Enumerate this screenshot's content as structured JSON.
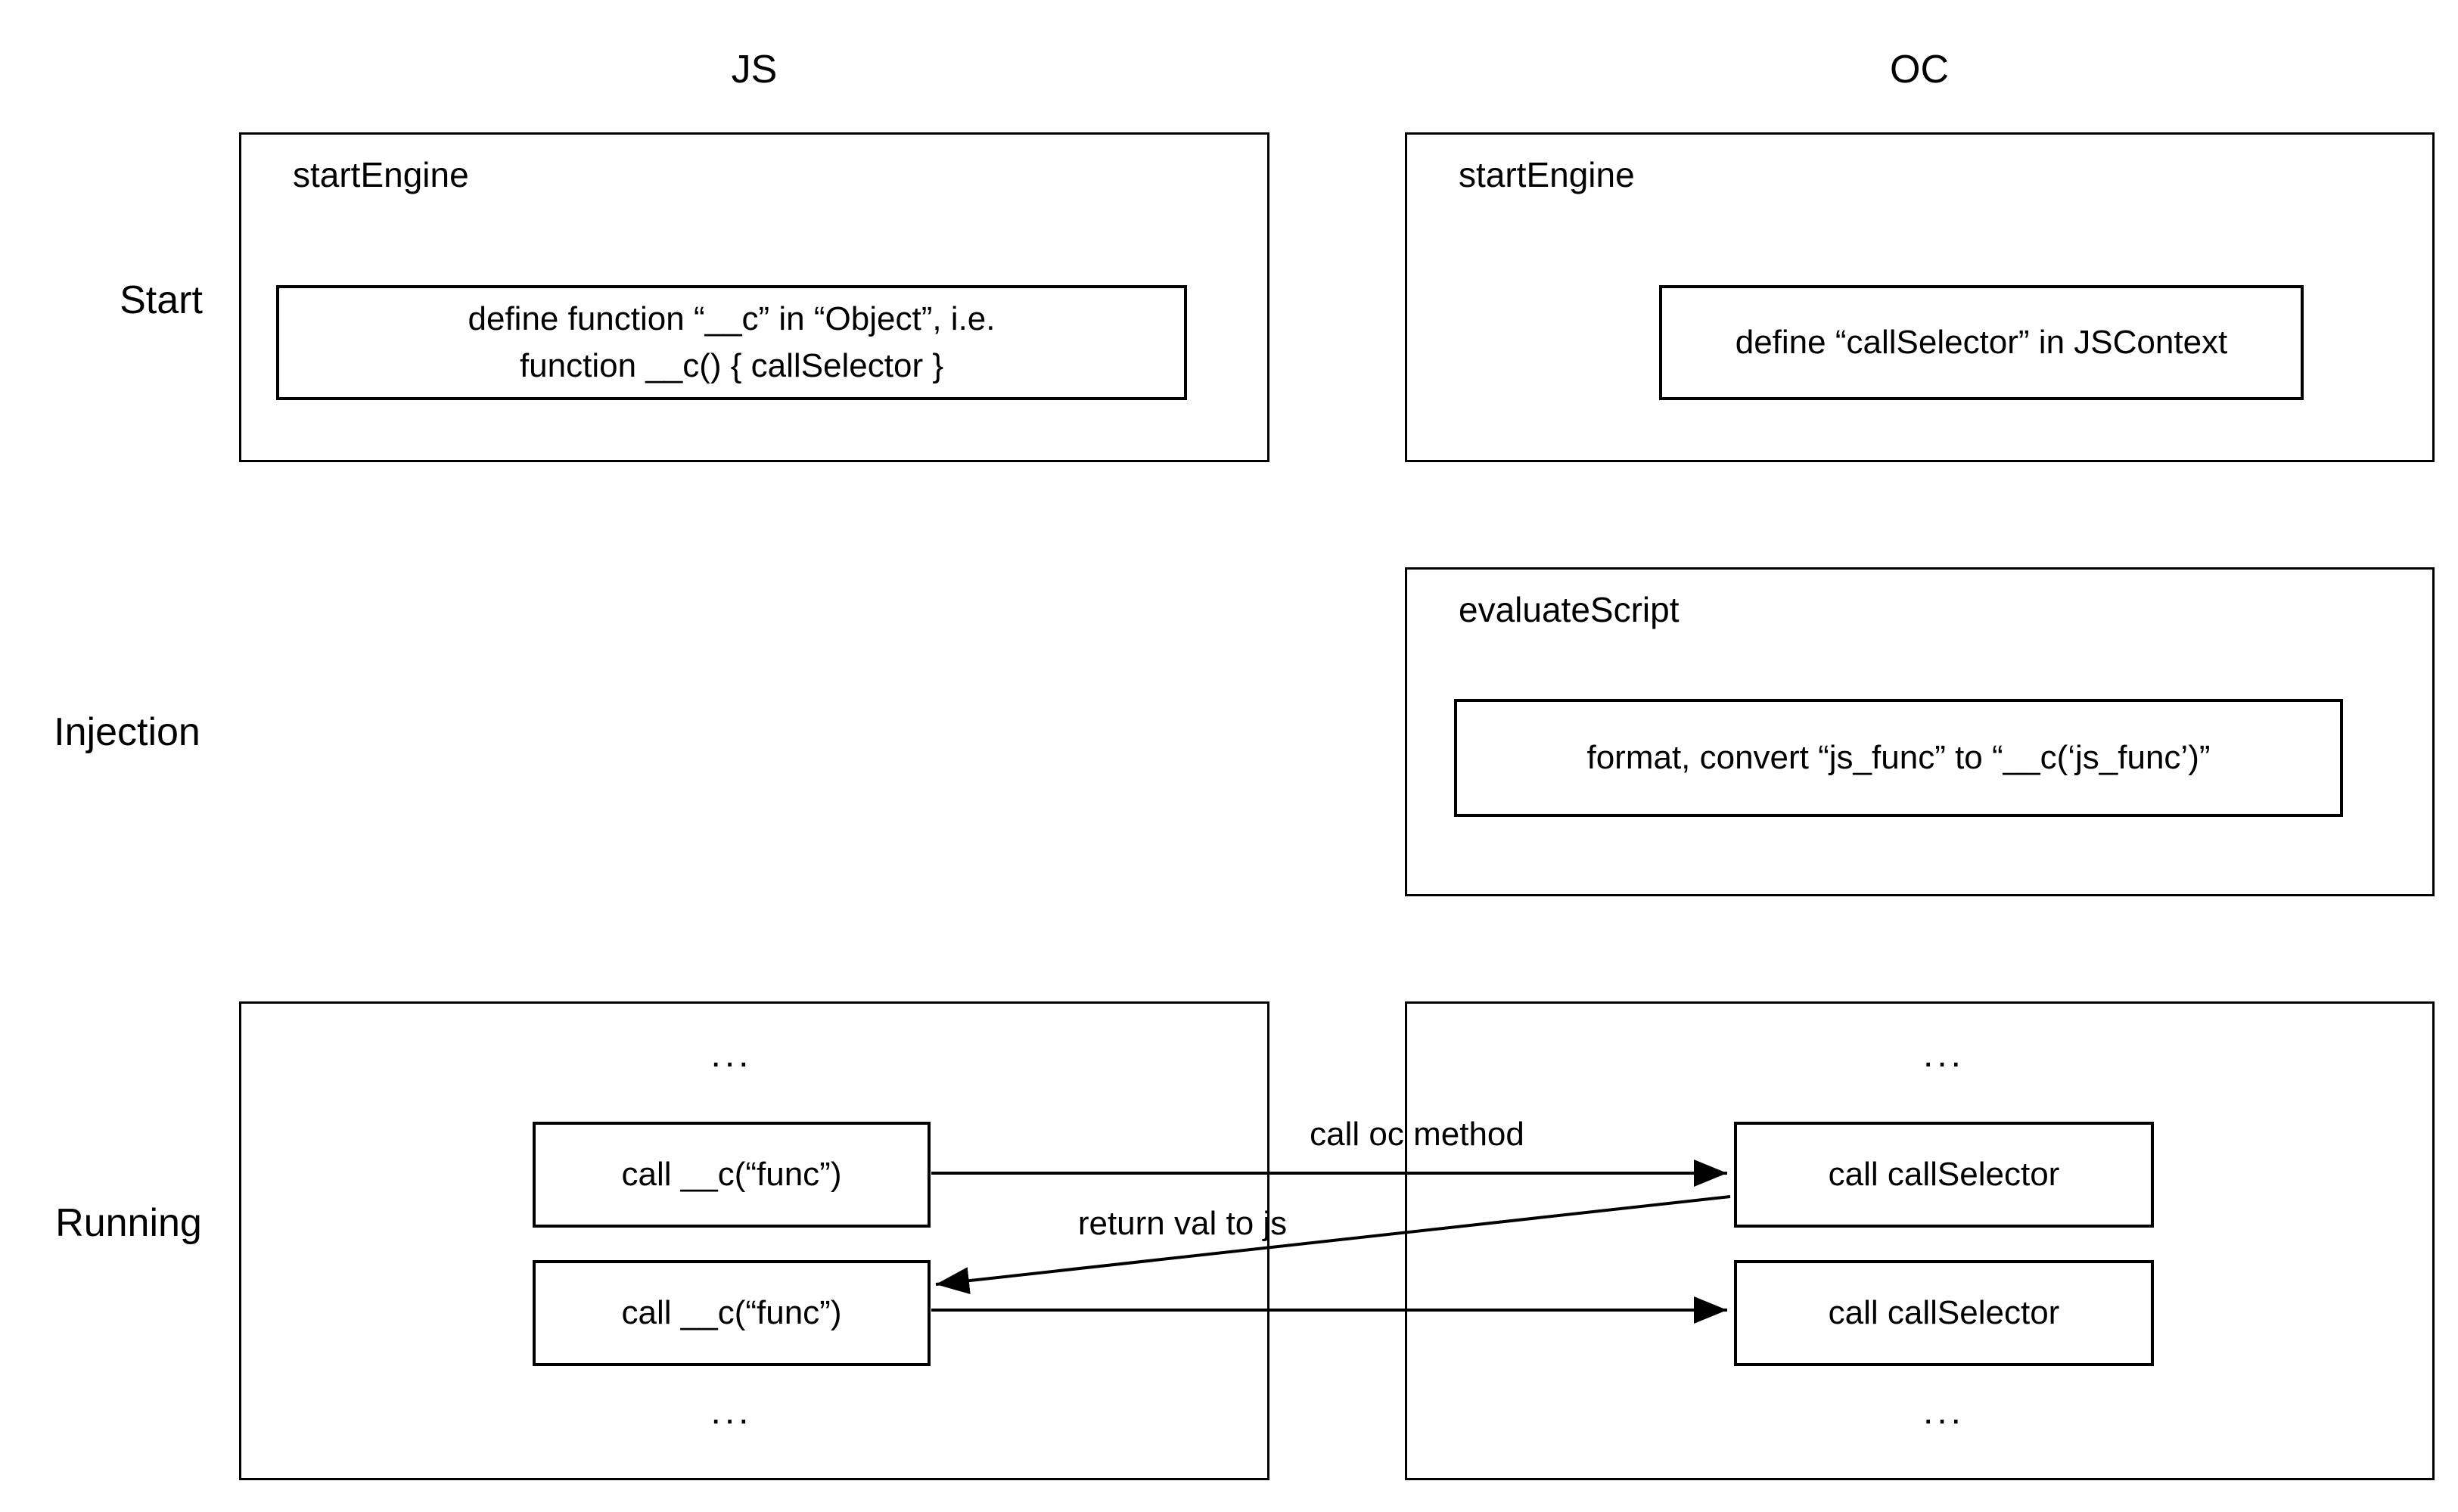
{
  "diagram": {
    "columns": [
      {
        "id": "js",
        "label": "JS"
      },
      {
        "id": "oc",
        "label": "OC"
      }
    ],
    "rows": [
      {
        "id": "start",
        "label": "Start"
      },
      {
        "id": "injection",
        "label": "Injection"
      },
      {
        "id": "running",
        "label": "Running"
      }
    ],
    "boxes": {
      "js_start": {
        "title": "startEngine",
        "note_line1": "define function “__c” in “Object”, i.e.",
        "note_line2": "function __c() { callSelector }"
      },
      "oc_start": {
        "title": "startEngine",
        "note": "define “callSelector” in JSContext"
      },
      "oc_injection": {
        "title": "evaluateScript",
        "note": "format, convert “js_func” to “__c(‘js_func’)”"
      },
      "js_running": {
        "ellipsis_top": "...",
        "call_1": "call __c(“func”)",
        "call_2": "call __c(“func”)",
        "ellipsis_bottom": "..."
      },
      "oc_running": {
        "ellipsis_top": "...",
        "call_1": "call callSelector",
        "call_2": "call callSelector",
        "ellipsis_bottom": "..."
      }
    },
    "arrows": [
      {
        "id": "call-oc-method",
        "label": "call oc method",
        "from": "js_running.call_1",
        "to": "oc_running.call_1"
      },
      {
        "id": "return-val-to-js",
        "label": "return val to js",
        "from": "oc_running.call_1",
        "to": "js_running.call_2"
      },
      {
        "id": "call-oc-method-2",
        "label": "",
        "from": "js_running.call_2",
        "to": "oc_running.call_2"
      }
    ],
    "colors": {
      "background": "#ffffff",
      "line": "#000000",
      "text": "#000000"
    }
  }
}
